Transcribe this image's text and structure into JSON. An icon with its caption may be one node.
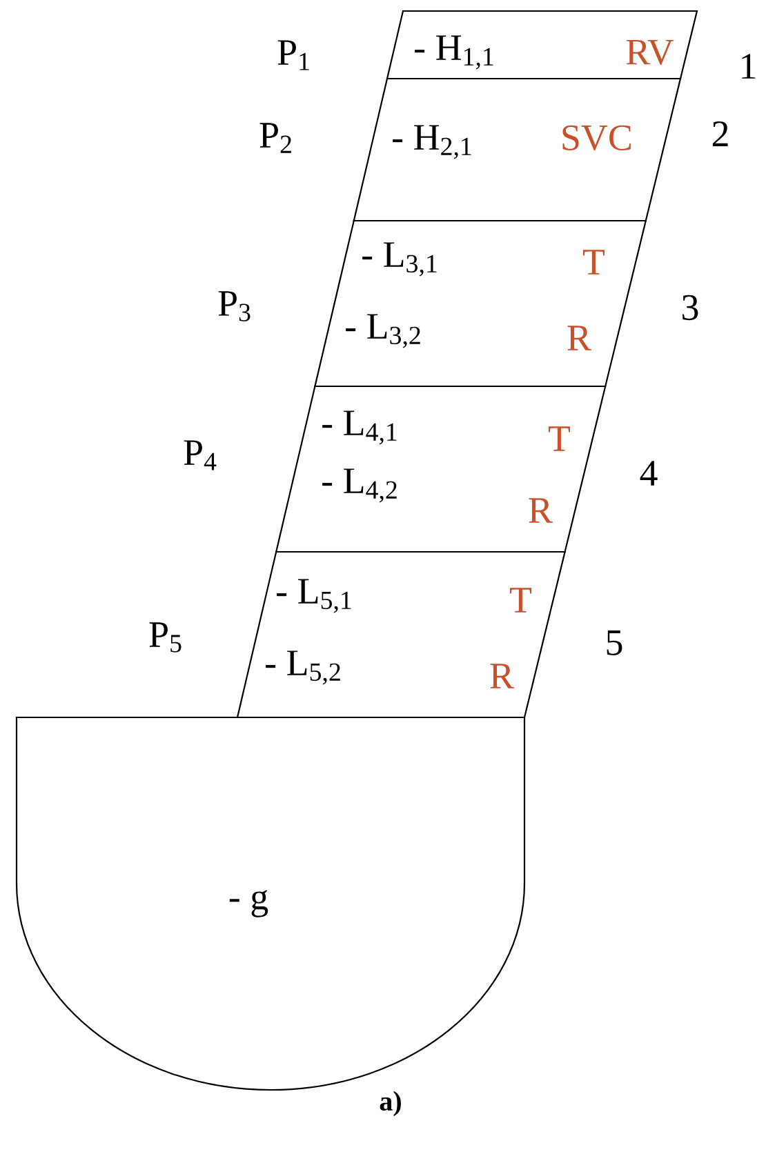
{
  "diagram": {
    "caption": "a)",
    "nodes": [
      {
        "text": [
          "- H$_{1,1}$",
          "RV"
        ],
        "beside": [
          "1"
        ]
      },
      {
        "text": [
          "- H$_{2,1}$",
          "SVC"
        ],
        "beside": [
          "P$_{2}$",
          "2"
        ]
      },
      {
        "text": [
          "- L$_{3,1}$",
          "T",
          "- L$_{3,2}$",
          "R"
        ],
        "beside": [
          "P$_{3}$",
          "3"
        ]
      },
      {
        "text": [
          "- L$_{4,1}$",
          "T",
          "- L$_{4,2}$",
          "R"
        ],
        "beside": [
          "P$_{4}$",
          "4"
        ]
      },
      {
        "text": [
          "- L$_{5,1}$",
          "T",
          "- L$_{5,2}$",
          "R"
        ],
        "beside": [
          "P$_{5}$",
          "5"
        ]
      },
      {
        "text": [
          "- g"
        ]
      }
    ],
    "labels": [
      "P$_{1}$"
    ]
  }
}
